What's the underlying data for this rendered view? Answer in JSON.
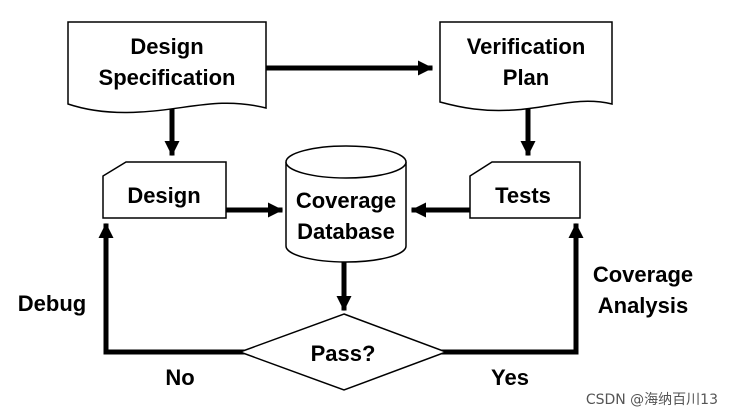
{
  "diagram": {
    "nodes": {
      "design_spec": [
        "Design",
        "Specification"
      ],
      "verification_plan": [
        "Verification",
        "Plan"
      ],
      "design": "Design",
      "coverage_db": [
        "Coverage",
        "Database"
      ],
      "tests": "Tests",
      "decision": "Pass?"
    },
    "edge_labels": {
      "debug": "Debug",
      "coverage_analysis": [
        "Coverage",
        "Analysis"
      ],
      "no": "No",
      "yes": "Yes"
    },
    "watermark": "CSDN @海纳百川13"
  }
}
